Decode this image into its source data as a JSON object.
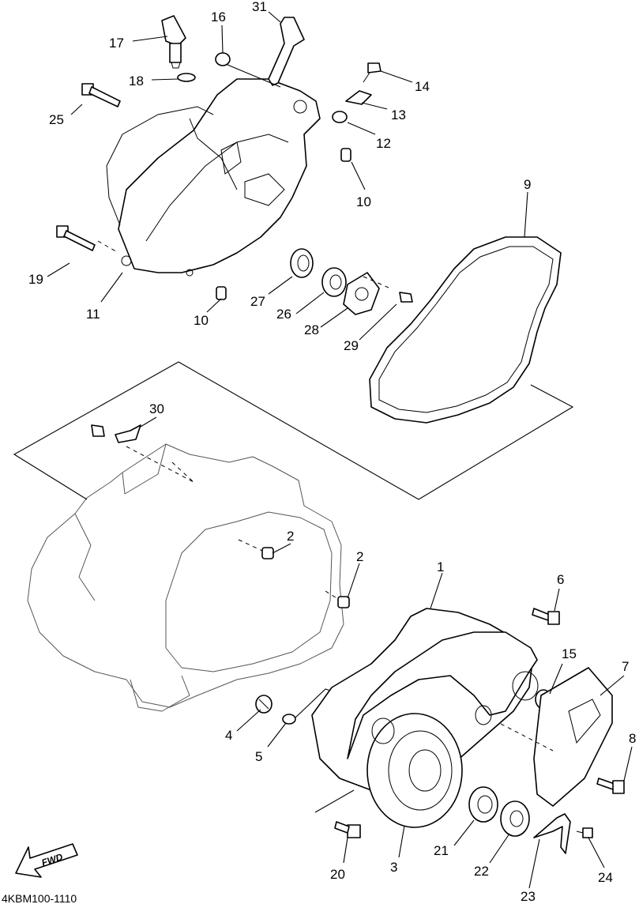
{
  "diagram_code": "4KBM100-1110",
  "direction_label": "FWD",
  "callouts": [
    {
      "number": "1"
    },
    {
      "number": "2"
    },
    {
      "number": "2"
    },
    {
      "number": "3"
    },
    {
      "number": "4"
    },
    {
      "number": "5"
    },
    {
      "number": "6"
    },
    {
      "number": "7"
    },
    {
      "number": "8"
    },
    {
      "number": "9"
    },
    {
      "number": "10"
    },
    {
      "number": "10"
    },
    {
      "number": "11"
    },
    {
      "number": "12"
    },
    {
      "number": "13"
    },
    {
      "number": "14"
    },
    {
      "number": "15"
    },
    {
      "number": "16"
    },
    {
      "number": "17"
    },
    {
      "number": "18"
    },
    {
      "number": "19"
    },
    {
      "number": "20"
    },
    {
      "number": "21"
    },
    {
      "number": "22"
    },
    {
      "number": "23"
    },
    {
      "number": "24"
    },
    {
      "number": "25"
    },
    {
      "number": "26"
    },
    {
      "number": "27"
    },
    {
      "number": "28"
    },
    {
      "number": "29"
    },
    {
      "number": "30"
    },
    {
      "number": "31"
    }
  ]
}
